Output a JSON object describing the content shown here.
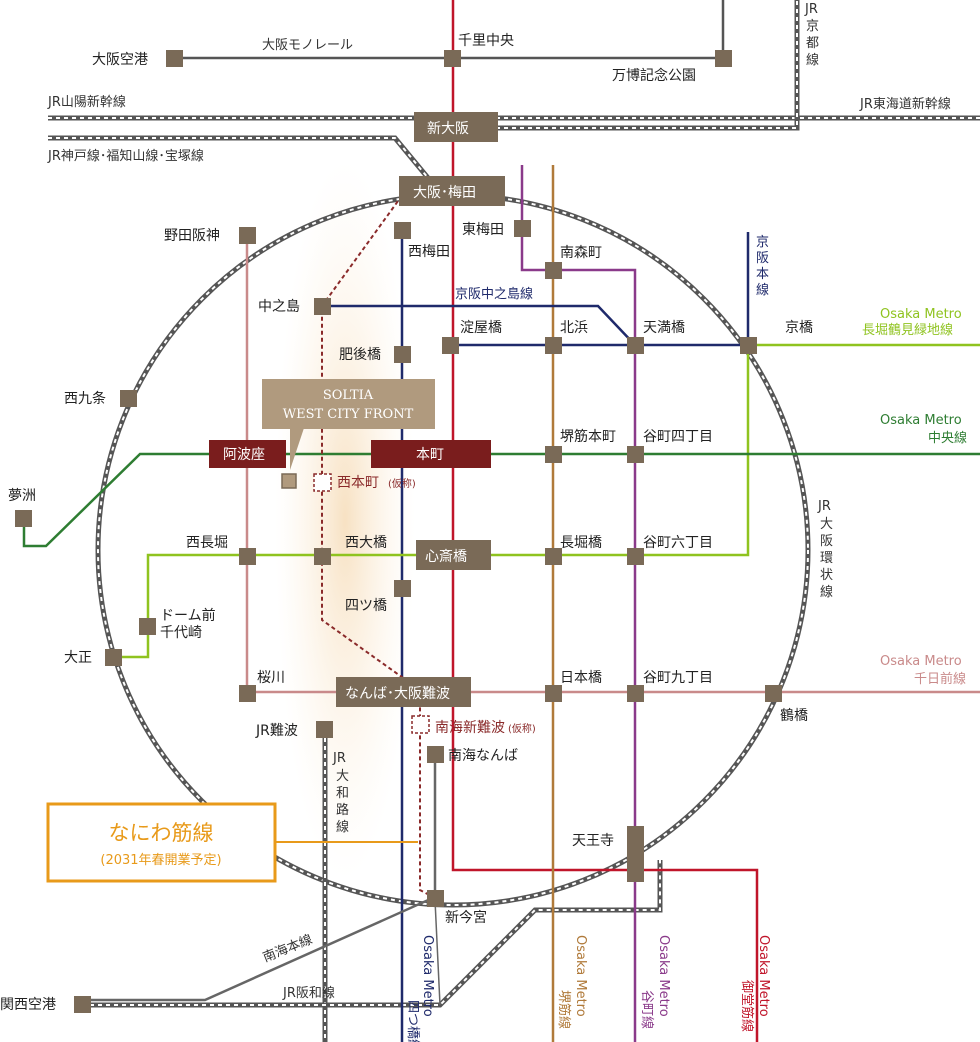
{
  "colors": {
    "station": "#7a6a57",
    "highlight_station": "#7a1d1d",
    "jr": "#555555",
    "midosuji": "#c0152a",
    "yotsubashi": "#1f2a6b",
    "sakaisuji": "#b07a3a",
    "tanimachi": "#8a3a8a",
    "nagahori": "#8fc31f",
    "chuo": "#2e7d32",
    "sennichimae": "#c98a8a",
    "keihan_nakanoshima": "#1f2a6b",
    "keihan_main": "#1f2a6b",
    "hanshin": "#c98a8a",
    "naniwa": "#e89a1a",
    "monorail": "#555555",
    "nankai": "#666666"
  },
  "lines": {
    "monorail": "大阪モノレール",
    "jr_sanyo_shinkansen": "JR山陽新幹線",
    "jr_kobe": "JR神戸線･福知山線･宝塚線",
    "jr_tokaido_shinkansen": "JR東海道新幹線",
    "jr_kyoto": [
      "JR",
      "京",
      "都",
      "線"
    ],
    "keihan_main": [
      "京",
      "阪",
      "本",
      "線"
    ],
    "keihan_nakanoshima": "京阪中之島線",
    "nagahori_company": "Osaka Metro",
    "nagahori_name": "長堀鶴見緑地線",
    "chuo_company": "Osaka Metro",
    "chuo_name": "中央線",
    "sennichimae_company": "Osaka Metro",
    "sennichimae_name": "千日前線",
    "jr_loop": [
      "JR",
      "大",
      "阪",
      "環",
      "状",
      "線"
    ],
    "jr_yamatoji": [
      "JR",
      "大",
      "和",
      "路",
      "線"
    ],
    "nankai_main": "南海本線",
    "jr_hanwa": "JR阪和線",
    "yotsubashi_company": "Osaka Metro",
    "yotsubashi_name": "四つ橋線",
    "sakaisuji_company": "Osaka Metro",
    "sakaisuji_name": "堺筋線",
    "tanimachi_company": "Osaka Metro",
    "tanimachi_name": "谷町線",
    "midosuji_company": "Osaka Metro",
    "midosuji_name": "御堂筋線"
  },
  "stations": {
    "osaka_airport": "大阪空港",
    "senri_chuo": "千里中央",
    "expo_park": "万博記念公園",
    "shin_osaka": "新大阪",
    "osaka_umeda": "大阪･梅田",
    "higashi_umeda": "東梅田",
    "nishi_umeda": "西梅田",
    "minami_morimachi": "南森町",
    "noda_hanshin": "野田阪神",
    "nakanoshima": "中之島",
    "higobashi": "肥後橋",
    "yodoyabashi": "淀屋橋",
    "kitahama": "北浜",
    "tenmabashi": "天満橋",
    "kyobashi": "京橋",
    "nishikujo": "西九条",
    "awaza": "阿波座",
    "honmachi": "本町",
    "sakaisuji_honmachi": "堺筋本町",
    "tanimachi_4": "谷町四丁目",
    "nishi_honmachi": "西本町",
    "nishi_honmachi_note": "(仮称)",
    "yumeshima": "夢洲",
    "nishinagahori": "西長堀",
    "nishiohashi": "西大橋",
    "shinsaibashi": "心斎橋",
    "nagahoribashi": "長堀橋",
    "tanimachi_6": "谷町六丁目",
    "dome_mae": "ドーム前",
    "dome_chiyozaki": "千代崎",
    "yotsubashi": "四ツ橋",
    "taisho": "大正",
    "sakuragawa": "桜川",
    "namba": "なんば･大阪難波",
    "nipponbashi": "日本橋",
    "tanimachi_9": "谷町九丁目",
    "tsuruhashi": "鶴橋",
    "jr_namba": "JR難波",
    "nankai_shin_namba": "南海新難波",
    "nankai_shin_namba_note": "(仮称)",
    "nankai_namba": "南海なんば",
    "tennoji": "天王寺",
    "shin_imamiya": "新今宮",
    "kansai_airport": "関西空港"
  },
  "property": {
    "line1": "SOLTIA",
    "line2": "WEST CITY FRONT"
  },
  "naniwa": {
    "title": "なにわ筋線",
    "subtitle": "(2031年春開業予定)"
  }
}
